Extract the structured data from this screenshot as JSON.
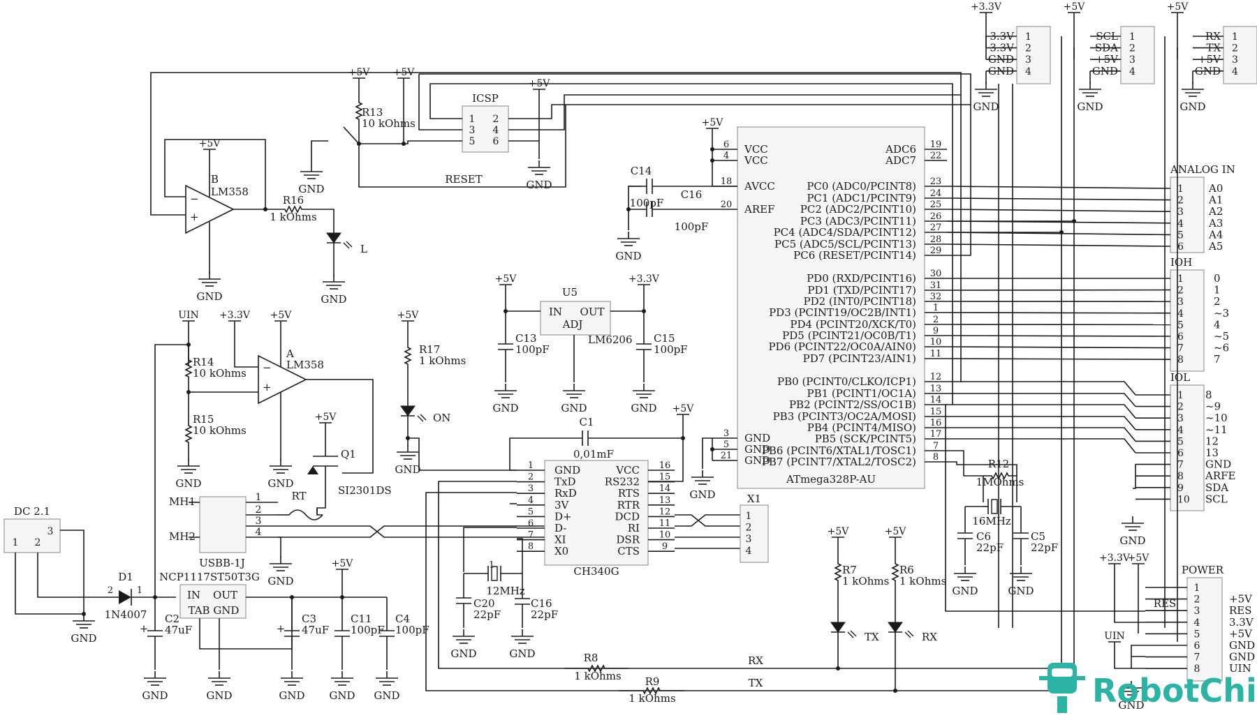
{
  "mcu": {
    "name": "ATmega328P-AU",
    "left_pins": [
      {
        "num": "6",
        "name": "VCC"
      },
      {
        "num": "4",
        "name": "VCC"
      },
      {
        "num": "18",
        "name": "AVCC"
      },
      {
        "num": "20",
        "name": "AREF"
      },
      {
        "num": "3",
        "name": "GND"
      },
      {
        "num": "5",
        "name": "GND"
      },
      {
        "num": "21",
        "name": "GND"
      }
    ],
    "right_pins": [
      {
        "num": "19",
        "name": "ADC6"
      },
      {
        "num": "22",
        "name": "ADC7"
      },
      {
        "num": "23",
        "name": "PC0 (ADC0/PCINT8)"
      },
      {
        "num": "24",
        "name": "PC1 (ADC1/PCINT9)"
      },
      {
        "num": "25",
        "name": "PC2 (ADC2/PCINT10)"
      },
      {
        "num": "26",
        "name": "PC3 (ADC3/PCINT11)"
      },
      {
        "num": "27",
        "name": "PC4 (ADC4/SDA/PCINT12)"
      },
      {
        "num": "28",
        "name": "PC5 (ADC5/SCL/PCINT13)"
      },
      {
        "num": "29",
        "name": "PC6 (RESET/PCINT14)"
      },
      {
        "num": "30",
        "name": "PD0 (RXD/PCINT16)"
      },
      {
        "num": "31",
        "name": "PD1 (TXD/PCINT17)"
      },
      {
        "num": "32",
        "name": "PD2 (INT0/PCINT18)"
      },
      {
        "num": "1",
        "name": "PD3 (PCINT19/OC2B/INT1)"
      },
      {
        "num": "2",
        "name": "PD4 (PCINT20/XCK/T0)"
      },
      {
        "num": "9",
        "name": "PD5 (PCINT21/OC0B/T1)"
      },
      {
        "num": "10",
        "name": "PD6 (PCINT22/OC0A/AIN0)"
      },
      {
        "num": "11",
        "name": "PD7 (PCINT23/AIN1)"
      },
      {
        "num": "12",
        "name": "PB0 (PCINT0/CLKO/ICP1)"
      },
      {
        "num": "13",
        "name": "PB1 (PCINT1/OC1A)"
      },
      {
        "num": "14",
        "name": "PB2 (PCINT2/SS/OC1B)"
      },
      {
        "num": "15",
        "name": "PB3 (PCINT3/OC2A/MOSI)"
      },
      {
        "num": "16",
        "name": "PB4 (PCINT4/MISO)"
      },
      {
        "num": "17",
        "name": "PB5 (SCK/PCINT5)"
      },
      {
        "num": "7",
        "name": "PB6 (PCINT6/XTAL1/TOSC1)"
      },
      {
        "num": "8",
        "name": "PB7 (PCINT7/XTAL2/TOSC2)"
      }
    ]
  },
  "ch340": {
    "name": "CH340G",
    "left_pins": [
      {
        "num": "1",
        "name": "GND"
      },
      {
        "num": "2",
        "name": "TxD"
      },
      {
        "num": "3",
        "name": "RxD"
      },
      {
        "num": "4",
        "name": "3V"
      },
      {
        "num": "5",
        "name": "D+"
      },
      {
        "num": "6",
        "name": "D-"
      },
      {
        "num": "7",
        "name": "XI"
      },
      {
        "num": "8",
        "name": "X0"
      }
    ],
    "right_pins": [
      {
        "num": "16",
        "name": "VCC"
      },
      {
        "num": "15",
        "name": "RS232"
      },
      {
        "num": "14",
        "name": "RTS"
      },
      {
        "num": "13",
        "name": "RTR"
      },
      {
        "num": "12",
        "name": "DCD"
      },
      {
        "num": "11",
        "name": "RI"
      },
      {
        "num": "10",
        "name": "DSR"
      },
      {
        "num": "9",
        "name": "CTS"
      }
    ]
  },
  "headers": {
    "analog": {
      "title": "ANALOG IN",
      "pins": [
        "1",
        "2",
        "3",
        "4",
        "5",
        "6"
      ],
      "labels": [
        "A0",
        "A1",
        "A2",
        "A3",
        "A4",
        "A5"
      ]
    },
    "ioh": {
      "title": "IOH",
      "pins": [
        "1",
        "2",
        "3",
        "4",
        "5",
        "6",
        "7",
        "8"
      ],
      "labels": [
        "0",
        "1",
        "2",
        "~3",
        "4",
        "~5",
        "~6",
        "7"
      ]
    },
    "iol": {
      "title": "IOL",
      "pins": [
        "1",
        "2",
        "3",
        "4",
        "5",
        "6",
        "7",
        "8",
        "9",
        "10"
      ],
      "labels": [
        "8",
        "~9",
        "~10",
        "~11",
        "12",
        "13",
        "GND",
        "ARFE",
        "SDA",
        "SCL"
      ]
    },
    "power": {
      "title": "POWER",
      "pins": [
        "1",
        "2",
        "3",
        "4",
        "5",
        "6",
        "7",
        "8"
      ],
      "labels": [
        "",
        "+5V",
        "RES",
        "3.3V",
        "+5V",
        "GND",
        "GND",
        "UIN"
      ]
    },
    "x1": {
      "title": "X1",
      "pins": [
        "1",
        "2",
        "3",
        "4"
      ]
    },
    "con3v3": {
      "rail": "+3.3V",
      "pins": [
        "1",
        "2",
        "3",
        "4"
      ],
      "labels": [
        "3.3V",
        "3.3V",
        "GND",
        "GND"
      ],
      "gnd": "GND"
    },
    "coni2c": {
      "rail": "+5V",
      "pins": [
        "1",
        "2",
        "3",
        "4"
      ],
      "labels": [
        "SCL",
        "SDA",
        "+5V",
        "GND"
      ],
      "gnd": "GND"
    },
    "conuart": {
      "rail": "+5V",
      "pins": [
        "1",
        "2",
        "3",
        "4"
      ],
      "labels": [
        "RX",
        "TX",
        "+5V",
        "GND"
      ],
      "gnd": "GND"
    },
    "icsp": {
      "title": "ICSP",
      "pins": [
        "1",
        "2",
        "3",
        "4",
        "5",
        "6"
      ]
    },
    "usb": {
      "title": "USBB-1J",
      "mh1": "MH1",
      "mh2": "MH2",
      "pins": [
        "1",
        "2",
        "3",
        "4"
      ]
    },
    "dc": {
      "title": "DC 2.1",
      "pins": [
        "1",
        "2",
        "3"
      ]
    }
  },
  "labels": {
    "plus5": "+5V",
    "plus33": "+3.3V",
    "gnd": "GND",
    "uin": "UIN",
    "reset": "RESET",
    "rx": "RX",
    "tx": "TX",
    "res": "RES",
    "r13": "R13",
    "r13v": "10 kOhms",
    "r16": "R16",
    "r16v": "1 kOhms",
    "r14": "R14",
    "r14v": "10 kOhms",
    "r15": "R15",
    "r15v": "10 kOhms",
    "r17": "R17",
    "r17v": "1 kOhms",
    "r12": "R12",
    "r12v": "1MOhms",
    "r7": "R7",
    "r7v": "1 kOhms",
    "r6": "R6",
    "r6v": "1 kOhms",
    "r8": "R8",
    "r8v": "1 kOhms",
    "r9": "R9",
    "r9v": "1 kOhms",
    "c14": "C14",
    "c14v": "100pF",
    "c16a": "C16",
    "c16av": "100pF",
    "c13": "C13",
    "c13v": "100pF",
    "c15": "C15",
    "c15v": "100pF",
    "c1": "C1",
    "c1v": "0,01mF",
    "c20": "C20",
    "c20v": "22pF",
    "c16b": "C16",
    "c16bv": "22pF",
    "c6": "C6",
    "c6v": "22pF",
    "c5": "C5",
    "c5v": "22pF",
    "c2": "C2",
    "c2v": "47uF",
    "c3": "C3",
    "c3v": "47uF",
    "c11": "C11",
    "c11v": "100pF",
    "c4": "C4",
    "c4v": "100pF",
    "u5": "U5",
    "u5name": "LM6206",
    "u5in": "IN",
    "u5out": "OUT",
    "u5adj": "ADJ",
    "opB": "B",
    "opBname": "LM358",
    "opA": "A",
    "opAname": "LM358",
    "q1": "Q1",
    "q1name": "SI2301DS",
    "rt": "RT",
    "d1": "D1",
    "d1name": "1N4007",
    "ncp": "NCP1117ST50T3G",
    "ncpin": "IN",
    "ncpout": "OUT",
    "ncptab": "TAB GND",
    "xtal1": "12MHz",
    "xtal2": "16MHz",
    "ledL": "L",
    "ledOn": "ON",
    "ledTx": "TX",
    "ledRx": "RX",
    "plus": "+",
    "minus": "−"
  },
  "logo": {
    "text": "RobotChip",
    "color": "#2bb3a3"
  }
}
